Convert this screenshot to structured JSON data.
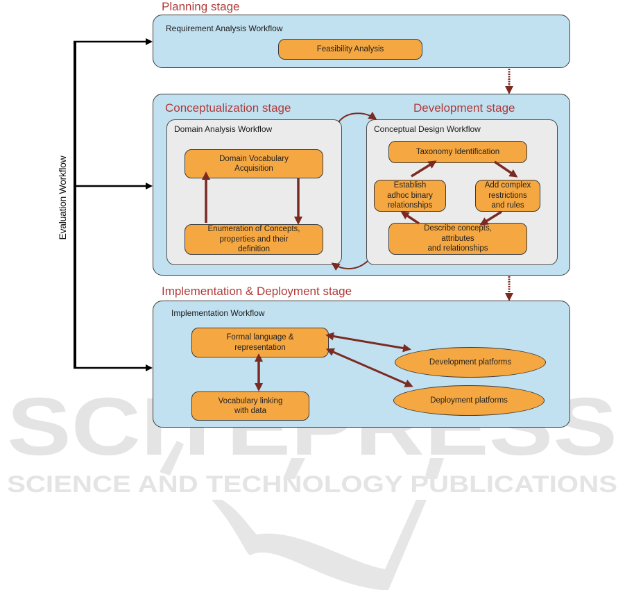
{
  "colors": {
    "stage_title": "#b03a3a",
    "panel_fill": "#c1e1f0",
    "subpanel_fill": "#ebebeb",
    "node_fill": "#f5a742",
    "arrow": "#7b2a22",
    "evaluation_arrow": "#000000",
    "watermark": "#e0e0e0"
  },
  "evaluation": {
    "label": "Evaluation Workflow"
  },
  "planning": {
    "stage_title": "Planning stage",
    "workflow_label": "Requirement Analysis Workflow",
    "nodes": {
      "feasibility": "Feasibility Analysis"
    }
  },
  "conceptualization": {
    "stage_title": "Conceptualization stage",
    "workflow_label": "Domain Analysis Workflow",
    "nodes": {
      "vocabulary": "Domain Vocabulary\nAcquisition",
      "enumeration": "Enumeration of Concepts,\nproperties and their\ndefinition"
    }
  },
  "development": {
    "stage_title": "Development stage",
    "workflow_label": "Conceptual Design Workflow",
    "nodes": {
      "taxonomy": "Taxonomy Identification",
      "establish": "Establish\nadhoc binary\nrelationships",
      "restrictions": "Add complex\nrestrictions\nand rules",
      "describe": "Describe concepts,\nattributes\nand relationships"
    }
  },
  "implementation": {
    "stage_title": "Implementation & Deployment stage",
    "workflow_label": "Implementation Workflow",
    "nodes": {
      "formal": "Formal language &\nrepresentation",
      "linking": "Vocabulary linking\nwith data",
      "dev_platforms": "Development platforms",
      "deploy_platforms": "Deployment platforms"
    }
  },
  "watermark": {
    "brand": "SCITEPRESS",
    "tagline": "SCIENCE AND TECHNOLOGY PUBLICATIONS"
  }
}
